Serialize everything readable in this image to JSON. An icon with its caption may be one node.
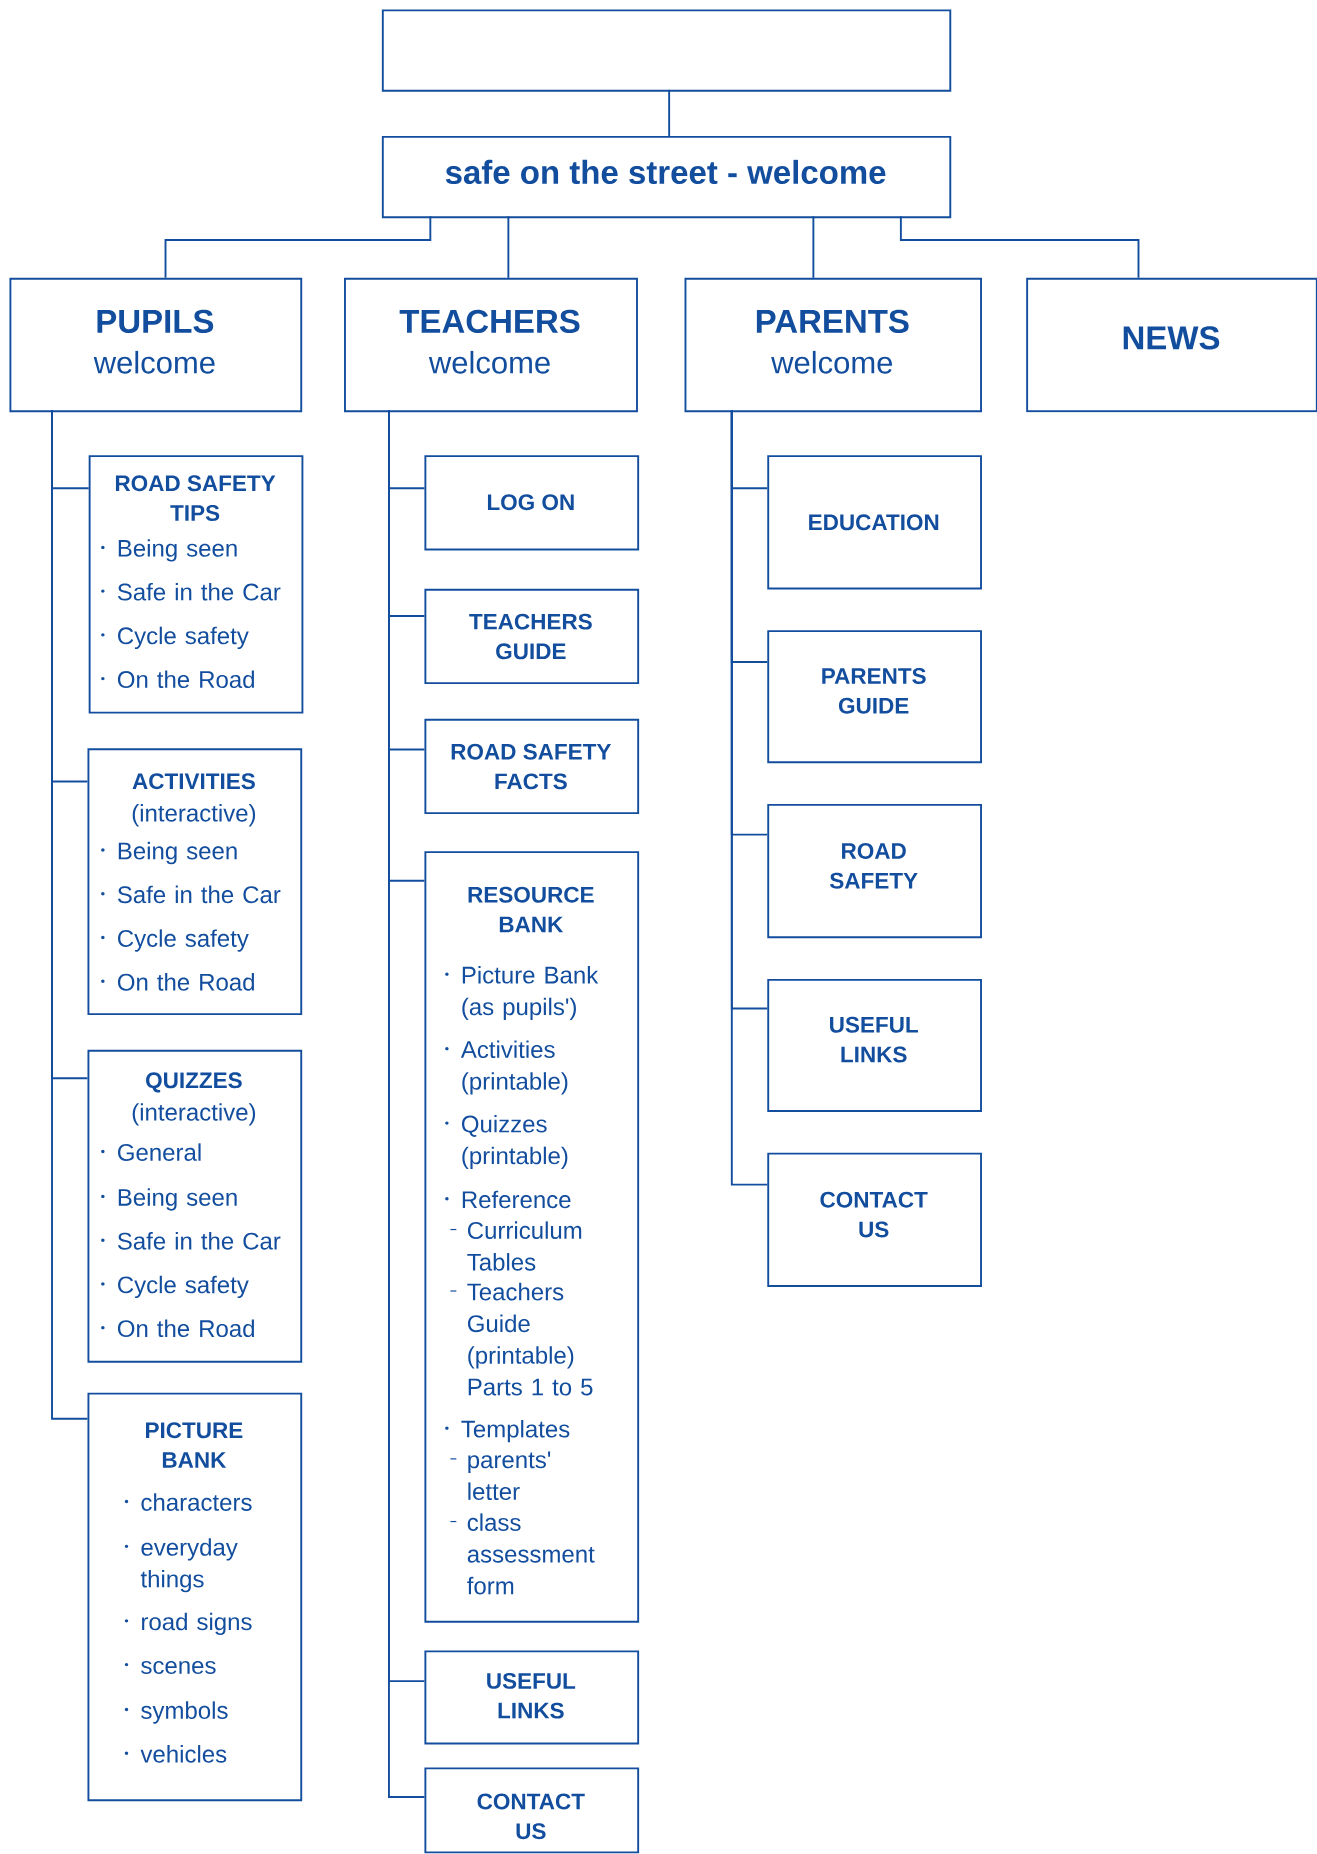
{
  "diagram": {
    "nodes": [
      {
        "text": [],
        "shape": "box"
      },
      {
        "text": [
          "safe on the street - welcome"
        ]
      },
      {
        "text": [
          "PUPILS",
          "welcome"
        ]
      },
      {
        "text": [
          "TEACHERS",
          "welcome"
        ]
      },
      {
        "text": [
          "PARENTS",
          "welcome"
        ]
      },
      {
        "text": [
          "NEWS"
        ]
      },
      {
        "text": [
          "ROAD SAFETY TIPS",
          "Being seen",
          "Safe in the Car",
          "Cycle safety",
          "On the Road"
        ]
      },
      {
        "text": [
          "ACTIVITIES",
          "(interactive)",
          "Being seen",
          "Safe in the Car",
          "Cycle safety",
          "On the Road"
        ]
      },
      {
        "text": [
          "QUIZZES",
          "(interactive)",
          "General",
          "Being seen",
          "Safe in the Car",
          "Cycle safety",
          "On the Road"
        ]
      },
      {
        "text": [
          "PICTURE BANK",
          "characters",
          "everyday things",
          "road signs",
          "scenes",
          "symbols",
          "vehicles"
        ]
      },
      {
        "text": [
          "LOG ON"
        ]
      },
      {
        "text": [
          "TEACHERS GUIDE"
        ]
      },
      {
        "text": [
          "ROAD SAFETY FACTS"
        ]
      },
      {
        "text": [
          "RESOURCE BANK",
          "Picture Bank (as pupils')",
          "Activities (printable)",
          "Quizzes (printable)",
          "Reference",
          "Curriculum Tables",
          "Teachers Guide (printable) Parts 1 to 5",
          "Templates",
          "parents' letter",
          "class assessment form"
        ]
      },
      {
        "text": [
          "USEFUL LINKS"
        ]
      },
      {
        "text": [
          "CONTACT US"
        ]
      },
      {
        "text": [
          "EDUCATION"
        ]
      },
      {
        "text": [
          "PARENTS GUIDE"
        ]
      },
      {
        "text": [
          "ROAD SAFETY"
        ]
      },
      {
        "text": [
          "USEFUL LINKS"
        ]
      },
      {
        "text": [
          "CONTACT US"
        ]
      }
    ],
    "edges": [
      {
        "from": 0,
        "to": 1,
        "arrow": "none"
      },
      {
        "from": 1,
        "to": 2,
        "arrow": "none"
      },
      {
        "from": 1,
        "to": 3,
        "arrow": "none"
      },
      {
        "from": 1,
        "to": 4,
        "arrow": "none"
      },
      {
        "from": 1,
        "to": 5,
        "arrow": "none"
      },
      {
        "from": 2,
        "to": 6,
        "arrow": "none"
      },
      {
        "from": 2,
        "to": 7,
        "arrow": "none"
      },
      {
        "from": 2,
        "to": 8,
        "arrow": "none"
      },
      {
        "from": 2,
        "to": 9,
        "arrow": "none"
      },
      {
        "from": 3,
        "to": 10,
        "arrow": "none"
      },
      {
        "from": 3,
        "to": 11,
        "arrow": "none"
      },
      {
        "from": 3,
        "to": 12,
        "arrow": "none"
      },
      {
        "from": 3,
        "to": 13,
        "arrow": "none"
      },
      {
        "from": 3,
        "to": 14,
        "arrow": "none"
      },
      {
        "from": 3,
        "to": 15,
        "arrow": "none"
      },
      {
        "from": 4,
        "to": 16,
        "arrow": "none"
      },
      {
        "from": 4,
        "to": 17,
        "arrow": "none"
      },
      {
        "from": 4,
        "to": 18,
        "arrow": "none"
      },
      {
        "from": 4,
        "to": 19,
        "arrow": "none"
      },
      {
        "from": 4,
        "to": 20,
        "arrow": "none"
      }
    ]
  }
}
